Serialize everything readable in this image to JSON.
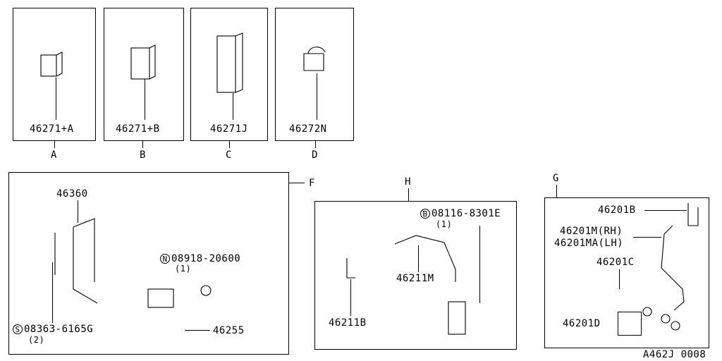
{
  "panels": {
    "a": {
      "part": "46271+A",
      "letter": "A"
    },
    "b": {
      "part": "46271+B",
      "letter": "B"
    },
    "c": {
      "part": "46271J",
      "letter": "C"
    },
    "d": {
      "part": "46272N",
      "letter": "D"
    },
    "f": {
      "letter": "F",
      "bracket": "46360",
      "clip": "46255",
      "nut_symbol": "N",
      "nut": "08918-20600",
      "nut_qty": "(1)",
      "screw_symbol": "S",
      "screw": "08363-6165G",
      "screw_qty": "(2)"
    },
    "h": {
      "letter": "H",
      "bolt_symbol": "B",
      "bolt": "08116-8301E",
      "bolt_qty": "(1)",
      "hose": "46211M",
      "clip": "46211B"
    },
    "g": {
      "letter": "G",
      "clip": "46201B",
      "hose_rh": "46201M(RH)",
      "hose_lh": "46201MA(LH)",
      "bolt": "46201C",
      "washer": "46201D"
    }
  },
  "diagram_code": "A462J 0008"
}
